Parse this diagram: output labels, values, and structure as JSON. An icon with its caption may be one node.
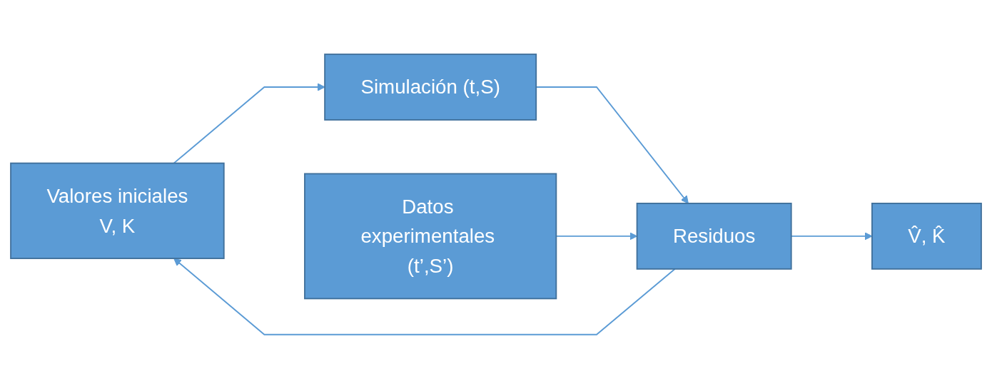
{
  "diagram": {
    "nodes": [
      {
        "text": [
          "Valores iniciales",
          "V, K"
        ]
      },
      {
        "text": [
          "Simulación (t,S)"
        ]
      },
      {
        "text": [
          "Residuos"
        ]
      },
      {
        "text": [
          "V̂, K̂"
        ]
      },
      {
        "text": [
          "Datos experimentales (t’,S’)"
        ]
      }
    ],
    "edges": [
      {
        "from": 0,
        "to": 1,
        "arrow": "to"
      },
      {
        "from": 1,
        "to": 2,
        "arrow": "to"
      },
      {
        "from": 2,
        "to": 3,
        "arrow": "to"
      },
      {
        "from": 2,
        "to": 0,
        "arrow": "to"
      },
      {
        "from": 4,
        "to": 2,
        "arrow": "to"
      }
    ]
  }
}
